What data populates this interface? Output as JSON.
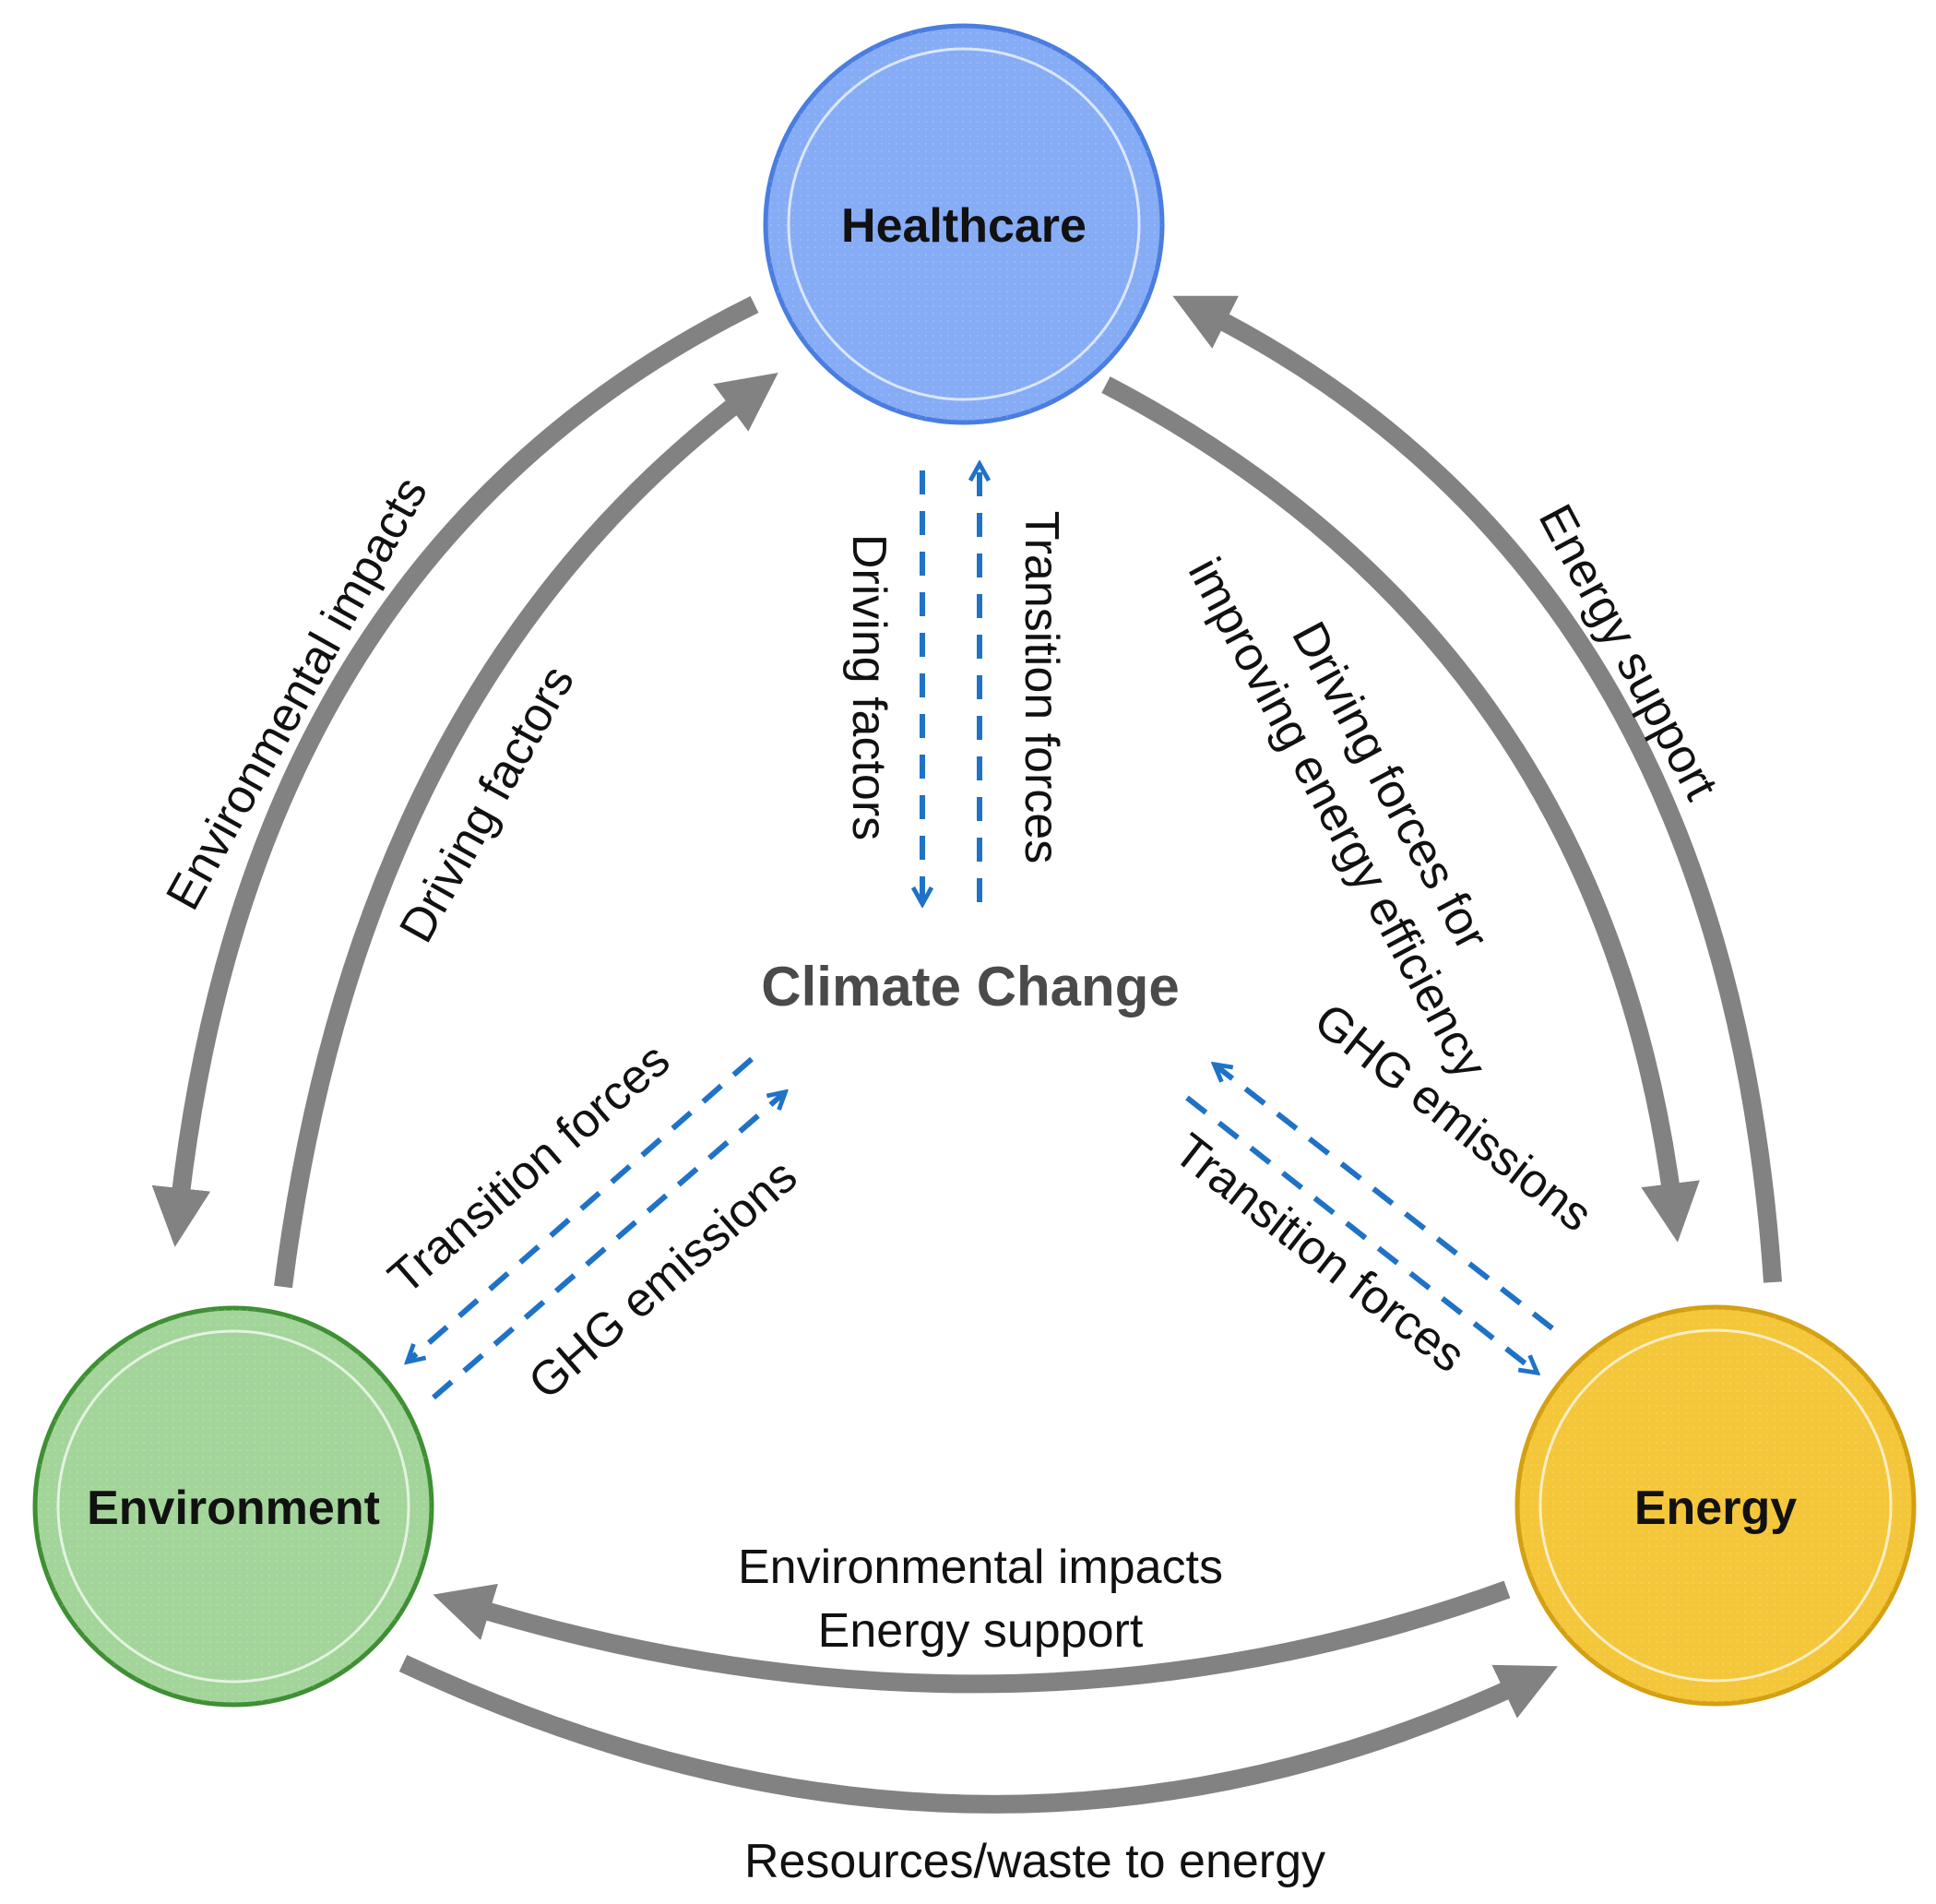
{
  "nodes": {
    "healthcare": {
      "label": "Healthcare",
      "fill": "#86acf6",
      "stroke": "#4a7de0"
    },
    "environment": {
      "label": "Environment",
      "fill": "#a3d59a",
      "stroke": "#3f8f34"
    },
    "energy": {
      "label": "Energy",
      "fill": "#f4c63a",
      "stroke": "#d4a012"
    }
  },
  "center": {
    "label": "Climate Change"
  },
  "edges": {
    "healthcare_to_environment": "Environmental impacts",
    "environment_to_healthcare": "Driving factors",
    "energy_to_healthcare": "Energy support",
    "healthcare_to_energy_line1": "Driving forces for",
    "healthcare_to_energy_line2": "improving energy efficiency",
    "energy_to_environment_line1": "Environmental impacts",
    "energy_to_environment_line2": "Energy support",
    "environment_to_energy": "Resources/waste to energy"
  },
  "climate_links": {
    "healthcare_driving": "Driving factors",
    "healthcare_transition": "Transition forces",
    "environment_transition": "Transition forces",
    "environment_ghg": "GHG emissions",
    "energy_ghg": "GHG emissions",
    "energy_transition": "Transition forces"
  },
  "colors": {
    "gray_arrow": "#828282",
    "blue_dashed_arrow": "#1f72c6"
  }
}
